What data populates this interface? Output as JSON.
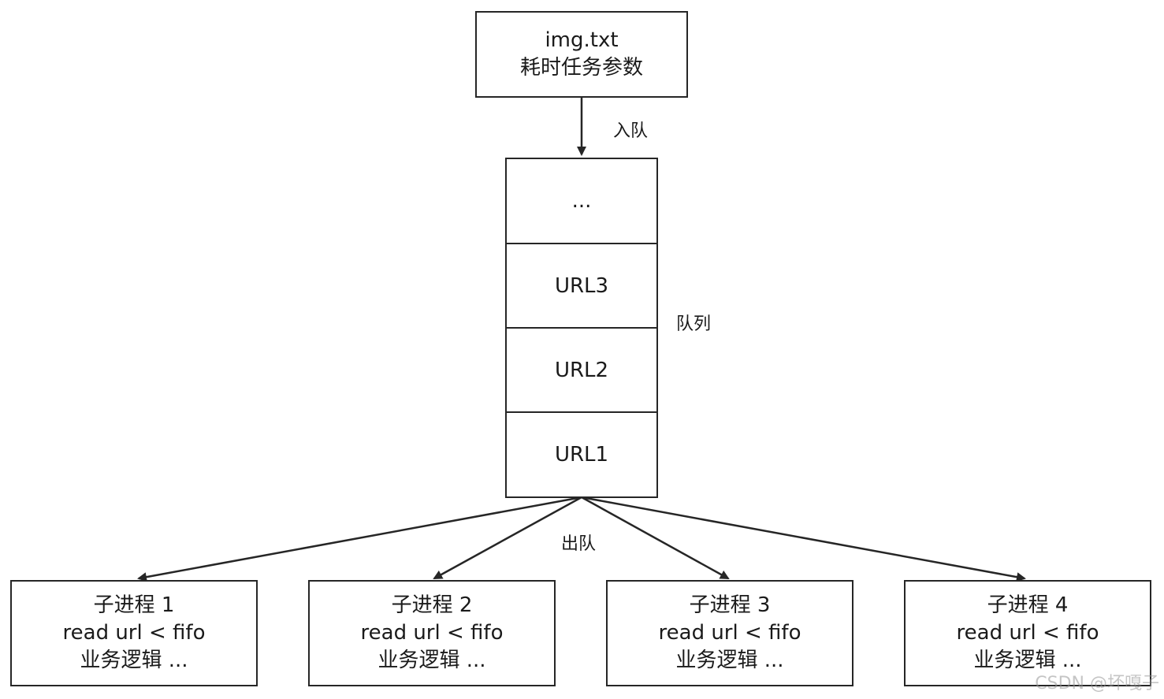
{
  "source_box": {
    "lines": [
      "img.txt",
      "耗时任务参数"
    ]
  },
  "enqueue_label": "入队",
  "queue": {
    "label": "队列",
    "cells": [
      "...",
      "URL3",
      "URL2",
      "URL1"
    ]
  },
  "dequeue_label": "出队",
  "workers": [
    {
      "lines": [
        "子进程 1",
        "read url < fifo",
        "业务逻辑 ..."
      ]
    },
    {
      "lines": [
        "子进程 2",
        "read url < fifo",
        "业务逻辑 ..."
      ]
    },
    {
      "lines": [
        "子进程 3",
        "read url < fifo",
        "业务逻辑 ..."
      ]
    },
    {
      "lines": [
        "子进程 4",
        "read url < fifo",
        "业务逻辑 ..."
      ]
    }
  ],
  "watermark": "CSDN @坏嘎子",
  "colors": {
    "stroke": "#262626",
    "text": "#1a1a1a"
  }
}
